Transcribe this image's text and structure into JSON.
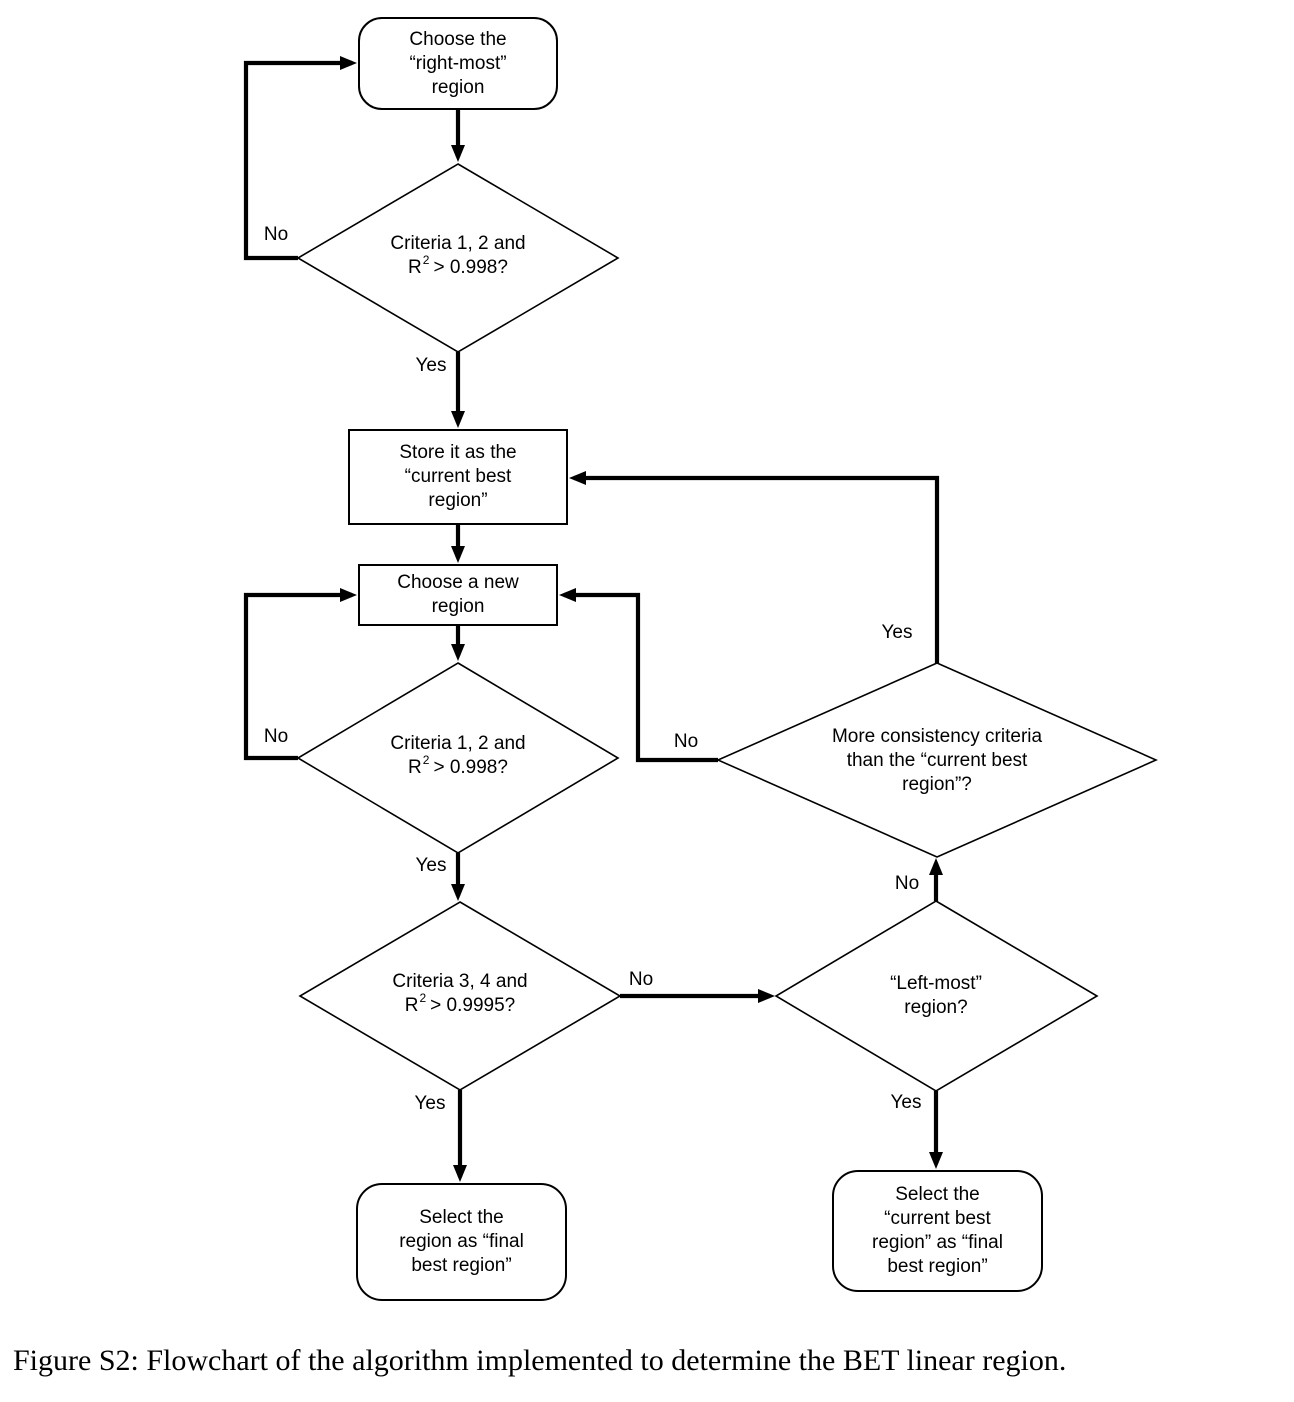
{
  "figure": {
    "caption": "Figure S2: Flowchart of the algorithm implemented to determine the BET linear region."
  },
  "colors": {
    "stroke": "#000000",
    "fill": "#ffffff",
    "text": "#000000"
  },
  "nodes": {
    "choose_rightmost": {
      "type": "terminator",
      "lines": [
        "Choose the",
        "“right-most”",
        "region"
      ]
    },
    "criteria12_first": {
      "type": "decision",
      "line1": "Criteria 1, 2 and",
      "base": "R",
      "sup": "2",
      "rest": "> 0.998?"
    },
    "store_current_best": {
      "type": "process",
      "lines": [
        "Store it as the",
        "“current best",
        "region”"
      ]
    },
    "choose_new_region": {
      "type": "process",
      "lines": [
        "Choose a new",
        "region"
      ]
    },
    "criteria12_second": {
      "type": "decision",
      "line1": "Criteria 1, 2 and",
      "base": "R",
      "sup": "2",
      "rest": "> 0.998?"
    },
    "criteria34": {
      "type": "decision",
      "line1": "Criteria 3, 4 and",
      "base": "R",
      "sup": "2",
      "rest": "> 0.9995?"
    },
    "more_consistency": {
      "type": "decision",
      "lines": [
        "More consistency criteria",
        "than the “current best",
        "region”?"
      ]
    },
    "leftmost_region": {
      "type": "decision",
      "lines": [
        "“Left-most”",
        "region?"
      ]
    },
    "select_final_best": {
      "type": "terminator",
      "lines": [
        "Select the",
        "region as “final",
        "best region”"
      ]
    },
    "select_current_as_final": {
      "type": "terminator",
      "lines": [
        "Select the",
        "“current best",
        "region” as “final",
        "best region”"
      ]
    }
  },
  "labels": {
    "d1_no": "No",
    "d1_yes": "Yes",
    "d2_no": "No",
    "d2_yes": "Yes",
    "d3_no": "No",
    "d3_yes": "Yes",
    "mc_no": "No",
    "mc_yes": "Yes",
    "lm_no": "No",
    "lm_yes": "Yes"
  }
}
